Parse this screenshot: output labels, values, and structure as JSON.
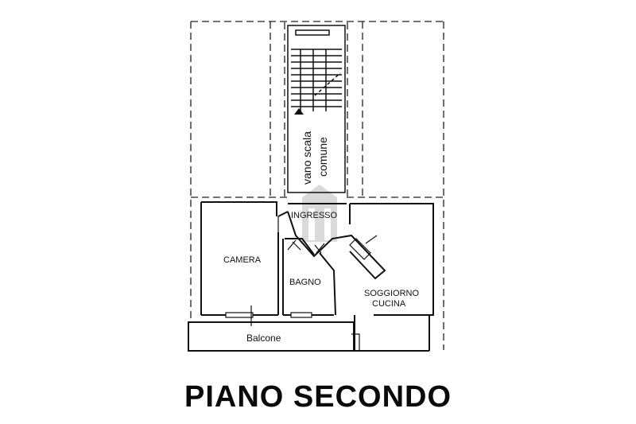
{
  "plan": {
    "title": "PIANO SECONDO",
    "rooms": {
      "stair_line1": "vano scala",
      "stair_line2": "comune",
      "entrance": "INGRESSO",
      "bedroom": "CAMERA",
      "bathroom": "BAGNO",
      "living_line1": "SOGGIORNO",
      "living_line2": "CUCINA",
      "balcony": "Balcone"
    },
    "colors": {
      "ink": "#111111",
      "watermark": "#cfcfcf"
    }
  }
}
